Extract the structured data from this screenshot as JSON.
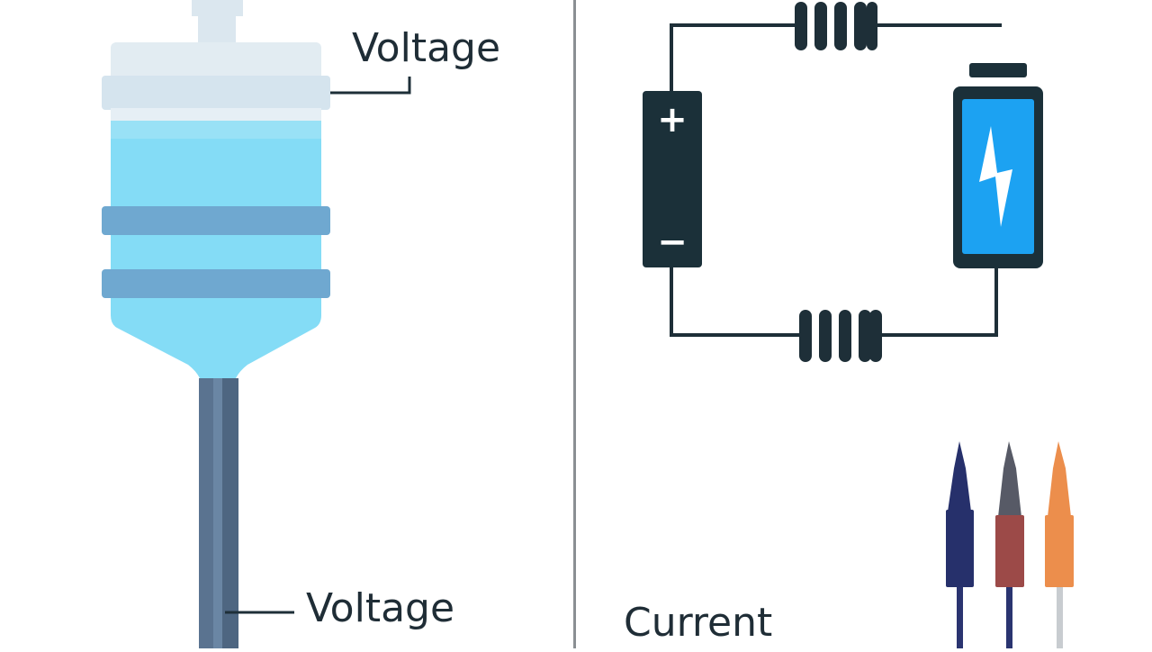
{
  "labels": {
    "voltage_top": "Voltage",
    "voltage_bottom": "Voltage",
    "current": "Current"
  },
  "battery": {
    "plus_symbol": "+",
    "minus_symbol": "−"
  },
  "colors": {
    "background": "#ffffff",
    "divider": "#8a8f93",
    "wire": "#1e2f38",
    "jug_cap": "#dbe7ef",
    "water": "#84dcf6",
    "jug_band": "#6fa8d0",
    "pipe": "#5a7390",
    "battery_body": "#1b3039",
    "battery_screen": "#1ca2f2",
    "probe_navy": "#26306b",
    "probe_red": "#9c4a48",
    "probe_orange": "#ec8e4c"
  },
  "icons": [
    "water-jug-icon",
    "battery-cell-icon",
    "charged-battery-icon",
    "lightning-bolt-icon",
    "resistor-icon",
    "test-probe-icon"
  ]
}
